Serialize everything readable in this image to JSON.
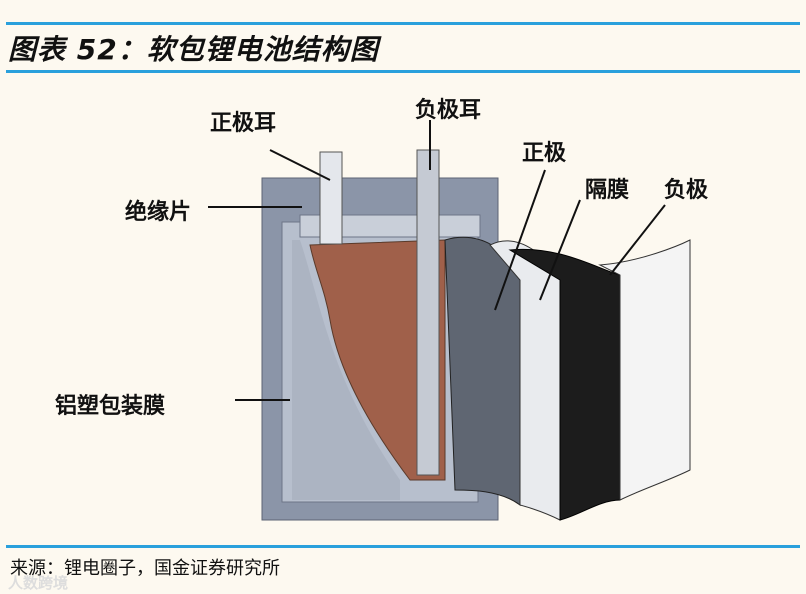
{
  "figure": {
    "title": "图表 52：软包锂电池结构图",
    "labels": {
      "positive_tab": "正极耳",
      "negative_tab": "负极耳",
      "insulator": "绝缘片",
      "pouch_film": "铝塑包装膜",
      "positive_electrode": "正极",
      "separator": "隔膜",
      "negative_electrode": "负极"
    },
    "source": "来源：锂电圈子，国金证券研究所",
    "watermark": "人数跨境"
  },
  "colors": {
    "rule": "#2aa0dc",
    "cell": "#a0604a",
    "casing": "#8b95a8"
  }
}
